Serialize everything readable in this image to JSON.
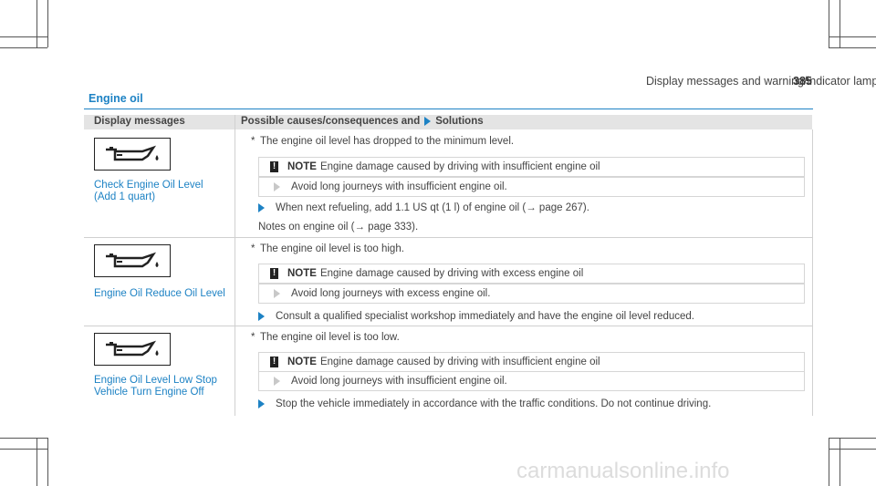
{
  "header": {
    "title": "Display messages and warning/indicator lamps",
    "page": "385"
  },
  "section_title": "Engine oil",
  "table": {
    "col1_header": "Display messages",
    "col2_header_a": "Possible causes/consequences and",
    "col2_header_b": "Solutions"
  },
  "rows": [
    {
      "label_line1": "Check Engine Oil Level",
      "label_line2": "(Add 1 quart)",
      "cause": "The engine oil level has dropped to the minimum level.",
      "note_keyword": "NOTE",
      "note_text": "Engine damage caused by driving with insufficient engine oil",
      "avoid_text": "Avoid long journeys with insufficient engine oil.",
      "action": "When next refueling, add 1.1 US qt (1 l) of engine oil (→ page 267).",
      "extra": "Notes on engine oil (→ page 333)."
    },
    {
      "label_line1": "Engine Oil Reduce Oil Level",
      "cause": "The engine oil level is too high.",
      "note_keyword": "NOTE",
      "note_text": "Engine damage caused by driving with excess engine oil",
      "avoid_text": "Avoid long journeys with excess engine oil.",
      "action": "Consult a qualified specialist workshop immediately and have the engine oil level reduced."
    },
    {
      "label_line1": "Engine Oil Level Low Stop",
      "label_line2": "Vehicle Turn Engine Off",
      "cause": "The engine oil level is too low.",
      "note_keyword": "NOTE",
      "note_text": "Engine damage caused by driving with insufficient engine oil",
      "avoid_text": "Avoid long journeys with insufficient engine oil.",
      "action": "Stop the vehicle immediately in accordance with the traffic conditions. Do not continue driving."
    }
  ],
  "bullet_char": "*",
  "warn_char": "!",
  "icon": "oil-can-icon",
  "watermark": "carmanualsonline.info",
  "colors": {
    "accent": "#1d82c4",
    "header_bg": "#e4e4e4"
  }
}
